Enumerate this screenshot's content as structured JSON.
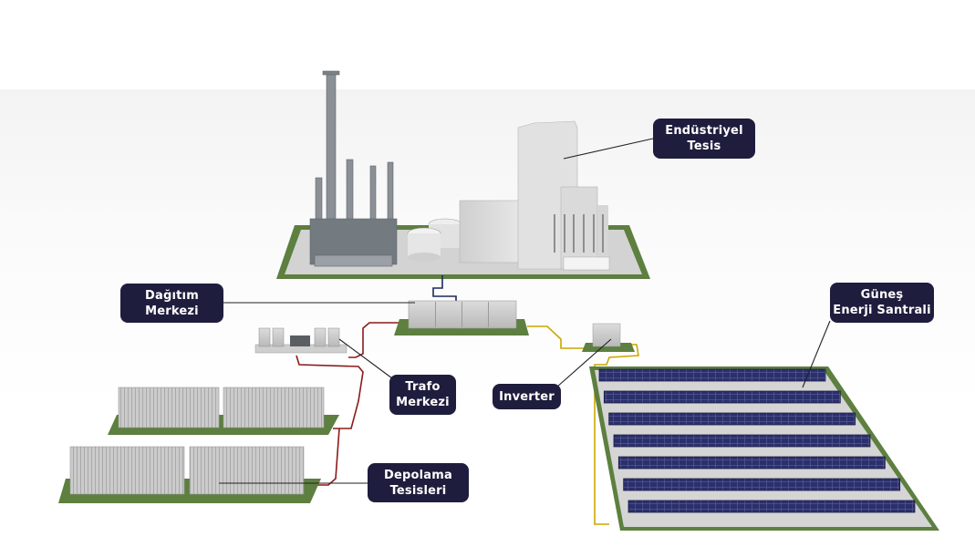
{
  "diagram": {
    "title": "Enerji Sistemi Şeması",
    "colors": {
      "label_bg": "#1f1d3d",
      "label_text": "#ffffff",
      "ground": "#5d7f3f",
      "ac_cable": "#8b1a1a",
      "dc_cable": "#c9a800",
      "grid_cable": "#1c2a5a",
      "solar_panel": "#2b2f6b"
    },
    "labels": {
      "industrial": {
        "line1": "Endüstriyel",
        "line2": "Tesis"
      },
      "distribution": {
        "line1": "Dağıtım",
        "line2": "Merkezi"
      },
      "solar": {
        "line1": "Güneş",
        "line2": "Enerji Santrali"
      },
      "transformer": {
        "line1": "Trafo",
        "line2": "Merkezi"
      },
      "inverter": {
        "line1": "Inverter"
      },
      "storage": {
        "line1": "Depolama",
        "line2": "Tesisleri"
      }
    },
    "components": {
      "solar_rows": 7,
      "storage_container_rows": 2,
      "storage_containers_per_row": 2
    }
  }
}
